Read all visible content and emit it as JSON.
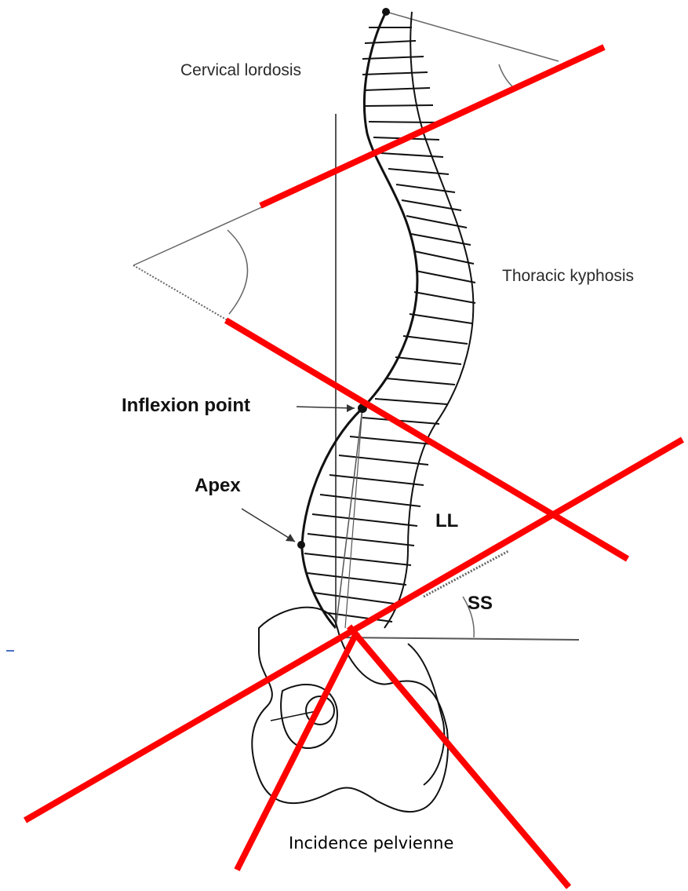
{
  "labels": {
    "cervical": "Cervical lordosis",
    "thoracic": "Thoracic kyphosis",
    "inflexion": "Inflexion point",
    "apex": "Apex",
    "ll": "LL",
    "ss": "SS",
    "pelvic_incidence": "Incidence pelvienne"
  },
  "colors": {
    "overlay_lines": "#ff0000",
    "drawing": "#1a1a1a",
    "guide_lines": "#555555"
  }
}
